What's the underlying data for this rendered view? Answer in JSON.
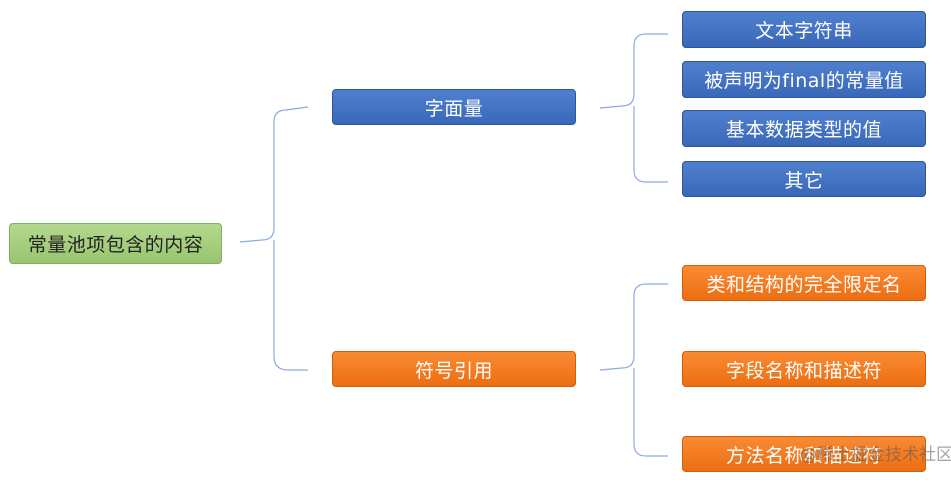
{
  "root": {
    "label": "常量池项包含的内容"
  },
  "branches": [
    {
      "label": "字面量",
      "children": [
        "文本字符串",
        "被声明为final的常量值",
        "基本数据类型的值",
        "其它"
      ]
    },
    {
      "label": "符号引用",
      "children": [
        "类和结构的完全限定名",
        "字段名称和描述符",
        "方法名称和描述符"
      ]
    }
  ],
  "watermark": "@稀土掘金技术社区",
  "colors": {
    "root": "#9bc873",
    "blue": "#4472c4",
    "orange": "#f47b20",
    "connector": "#8faadc"
  }
}
